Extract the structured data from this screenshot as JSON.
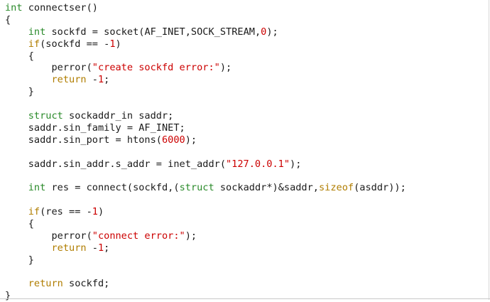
{
  "colors": {
    "keyword": "#b07d00",
    "type": "#2a8a2a",
    "number": "#cc0000",
    "string": "#cc0000",
    "text": "#1a1a1a"
  },
  "code": {
    "lines": [
      [
        {
          "t": "ty",
          "s": "int"
        },
        {
          "t": "plain",
          "s": " connectser()"
        }
      ],
      [
        {
          "t": "plain",
          "s": "{"
        }
      ],
      [
        {
          "t": "plain",
          "s": "    "
        },
        {
          "t": "ty",
          "s": "int"
        },
        {
          "t": "plain",
          "s": " sockfd = socket(AF_INET,SOCK_STREAM,"
        },
        {
          "t": "num",
          "s": "0"
        },
        {
          "t": "plain",
          "s": ");"
        }
      ],
      [
        {
          "t": "plain",
          "s": "    "
        },
        {
          "t": "kw",
          "s": "if"
        },
        {
          "t": "plain",
          "s": "(sockfd == -"
        },
        {
          "t": "num",
          "s": "1"
        },
        {
          "t": "plain",
          "s": ")"
        }
      ],
      [
        {
          "t": "plain",
          "s": "    {"
        }
      ],
      [
        {
          "t": "plain",
          "s": "        perror("
        },
        {
          "t": "str",
          "s": "\"create sockfd error:\""
        },
        {
          "t": "plain",
          "s": ");"
        }
      ],
      [
        {
          "t": "plain",
          "s": "        "
        },
        {
          "t": "kw",
          "s": "return"
        },
        {
          "t": "plain",
          "s": " -"
        },
        {
          "t": "num",
          "s": "1"
        },
        {
          "t": "plain",
          "s": ";"
        }
      ],
      [
        {
          "t": "plain",
          "s": "    }"
        }
      ],
      [
        {
          "t": "plain",
          "s": ""
        }
      ],
      [
        {
          "t": "plain",
          "s": "    "
        },
        {
          "t": "ty",
          "s": "struct"
        },
        {
          "t": "plain",
          "s": " sockaddr_in saddr;"
        }
      ],
      [
        {
          "t": "plain",
          "s": "    saddr.sin_family = AF_INET;"
        }
      ],
      [
        {
          "t": "plain",
          "s": "    saddr.sin_port = htons("
        },
        {
          "t": "num",
          "s": "6000"
        },
        {
          "t": "plain",
          "s": ");"
        }
      ],
      [
        {
          "t": "plain",
          "s": ""
        }
      ],
      [
        {
          "t": "plain",
          "s": "    saddr.sin_addr.s_addr = inet_addr("
        },
        {
          "t": "str",
          "s": "\"127.0.0.1\""
        },
        {
          "t": "plain",
          "s": ");"
        }
      ],
      [
        {
          "t": "plain",
          "s": ""
        }
      ],
      [
        {
          "t": "plain",
          "s": "    "
        },
        {
          "t": "ty",
          "s": "int"
        },
        {
          "t": "plain",
          "s": " res = connect(sockfd,("
        },
        {
          "t": "ty",
          "s": "struct"
        },
        {
          "t": "plain",
          "s": " sockaddr*)&saddr,"
        },
        {
          "t": "kw",
          "s": "sizeof"
        },
        {
          "t": "plain",
          "s": "(asddr));"
        }
      ],
      [
        {
          "t": "plain",
          "s": ""
        }
      ],
      [
        {
          "t": "plain",
          "s": "    "
        },
        {
          "t": "kw",
          "s": "if"
        },
        {
          "t": "plain",
          "s": "(res == -"
        },
        {
          "t": "num",
          "s": "1"
        },
        {
          "t": "plain",
          "s": ")"
        }
      ],
      [
        {
          "t": "plain",
          "s": "    {"
        }
      ],
      [
        {
          "t": "plain",
          "s": "        perror("
        },
        {
          "t": "str",
          "s": "\"connect error:\""
        },
        {
          "t": "plain",
          "s": ");"
        }
      ],
      [
        {
          "t": "plain",
          "s": "        "
        },
        {
          "t": "kw",
          "s": "return"
        },
        {
          "t": "plain",
          "s": " -"
        },
        {
          "t": "num",
          "s": "1"
        },
        {
          "t": "plain",
          "s": ";"
        }
      ],
      [
        {
          "t": "plain",
          "s": "    }"
        }
      ],
      [
        {
          "t": "plain",
          "s": ""
        }
      ],
      [
        {
          "t": "plain",
          "s": "    "
        },
        {
          "t": "kw",
          "s": "return"
        },
        {
          "t": "plain",
          "s": " sockfd;"
        }
      ],
      [
        {
          "t": "plain",
          "s": "}"
        }
      ]
    ]
  }
}
